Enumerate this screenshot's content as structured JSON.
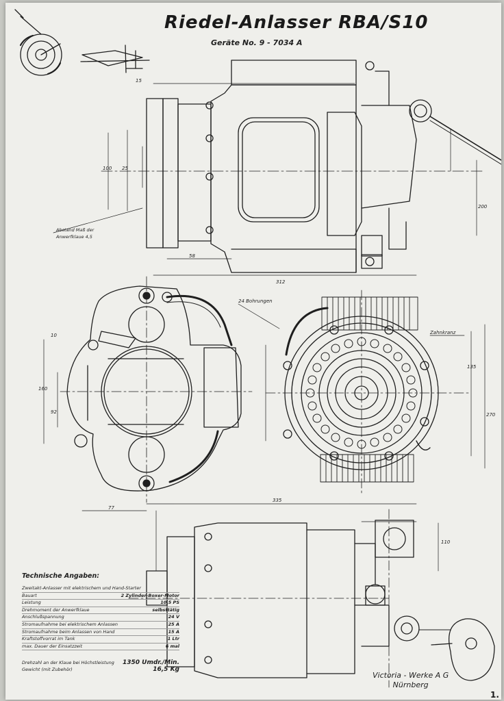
{
  "drawing": {
    "title": "Riedel-Anlasser RBA/S10",
    "subtitle": "Geräte No. 9 - 7034 A",
    "page_number": "1.",
    "manufacturer": {
      "name": "Victoria - Werke A G",
      "city": "Nürnberg"
    },
    "callouts": {
      "kranz": "Zahnkranz",
      "bohrungen": "24 Bohrungen",
      "abstand_line1": "Abstand Maß der",
      "abstand_line2": "Anwerfklaue  4,5"
    },
    "dimensions": {
      "d312": "312",
      "d335": "335",
      "d77": "77",
      "d15": "15",
      "d58": "58",
      "d100": "100",
      "d25": "25",
      "d200": "200",
      "d160": "160",
      "d270": "270",
      "d135": "135",
      "d110": "110",
      "d10": "10",
      "d92": "92"
    }
  },
  "specs": {
    "heading": "Technische Angaben:",
    "rows": [
      {
        "label": "Zweitakt-Anlasser mit elektrischem und Hand-Starter",
        "value": ""
      },
      {
        "label": "Bauart",
        "value": "2 Zylinder-Boxer-Motor"
      },
      {
        "label": "Leistung",
        "value": "10,5 PS"
      },
      {
        "label": "Drehmoment der Anwerfklaue",
        "value": "selbsttätig"
      },
      {
        "label": "Anschlußspannung",
        "value": "24 V"
      },
      {
        "label": "Stromaufnahme bei elektrischem Anlassen",
        "value": "25 A"
      },
      {
        "label": "Stromaufnahme beim Anlassen von Hand",
        "value": "15 A"
      },
      {
        "label": "Kraftstoffvorrat im Tank",
        "value": "1 Ltr"
      },
      {
        "label": "max. Dauer der Einsatzzeit",
        "value": "6 mal"
      }
    ],
    "footer": [
      {
        "label": "Drehzahl an der Klaue bei Höchstleistung",
        "value": "1350 Umdr./Min."
      },
      {
        "label": "Gewicht (mit Zubehör)",
        "value": "16,5 Kg"
      }
    ]
  }
}
